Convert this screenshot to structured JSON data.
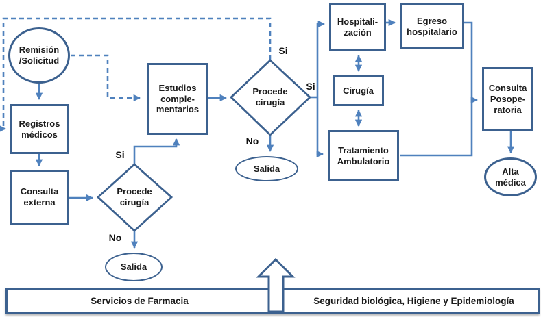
{
  "colors": {
    "shape_border": "#3c618f",
    "connector_blue": "#4f81bd",
    "text": "#1b1b1b",
    "canvas_background": "#ffffff"
  },
  "nodes": {
    "remision": {
      "type": "terminator-oval",
      "lines": [
        "Remisión",
        "/Solicitud"
      ]
    },
    "registros": {
      "type": "process-box",
      "lines": [
        "Registros",
        "médicos"
      ]
    },
    "consulta_externa": {
      "type": "process-box",
      "lines": [
        "Consulta",
        "externa"
      ]
    },
    "decision_left": {
      "type": "decision-diamond",
      "lines": [
        "Procede",
        "cirugía"
      ]
    },
    "salida_left": {
      "type": "terminator-oval",
      "lines": [
        "Salida"
      ]
    },
    "estudios": {
      "type": "process-box",
      "lines": [
        "Estudios",
        "comple-",
        "mentarios"
      ]
    },
    "decision_center": {
      "type": "decision-diamond",
      "lines": [
        "Procede",
        "cirugía"
      ]
    },
    "salida_center": {
      "type": "terminator-oval",
      "lines": [
        "Salida"
      ]
    },
    "hospitalizacion": {
      "type": "process-box",
      "lines": [
        "Hospitali-",
        "zación"
      ]
    },
    "egreso": {
      "type": "process-box",
      "lines": [
        "Egreso",
        "hospitalario"
      ]
    },
    "cirugia": {
      "type": "process-box",
      "lines": [
        "Cirugía"
      ]
    },
    "tratamiento": {
      "type": "process-box",
      "lines": [
        "Tratamiento",
        "Ambulatorio"
      ]
    },
    "consulta_pos": {
      "type": "process-box",
      "lines": [
        "Consulta",
        "Posope-",
        "ratoria"
      ]
    },
    "alta": {
      "type": "terminator-oval",
      "lines": [
        "Alta",
        "médica"
      ]
    }
  },
  "branch_labels": {
    "decision_left_si": "Si",
    "decision_left_no": "No",
    "decision_center_si_top": "Si",
    "decision_center_si_right": "Si",
    "decision_center_no": "No"
  },
  "bands": {
    "farmacia": "Servicios de Farmacia",
    "seguridad": "Seguridad biológica, Higiene y Epidemiología"
  }
}
